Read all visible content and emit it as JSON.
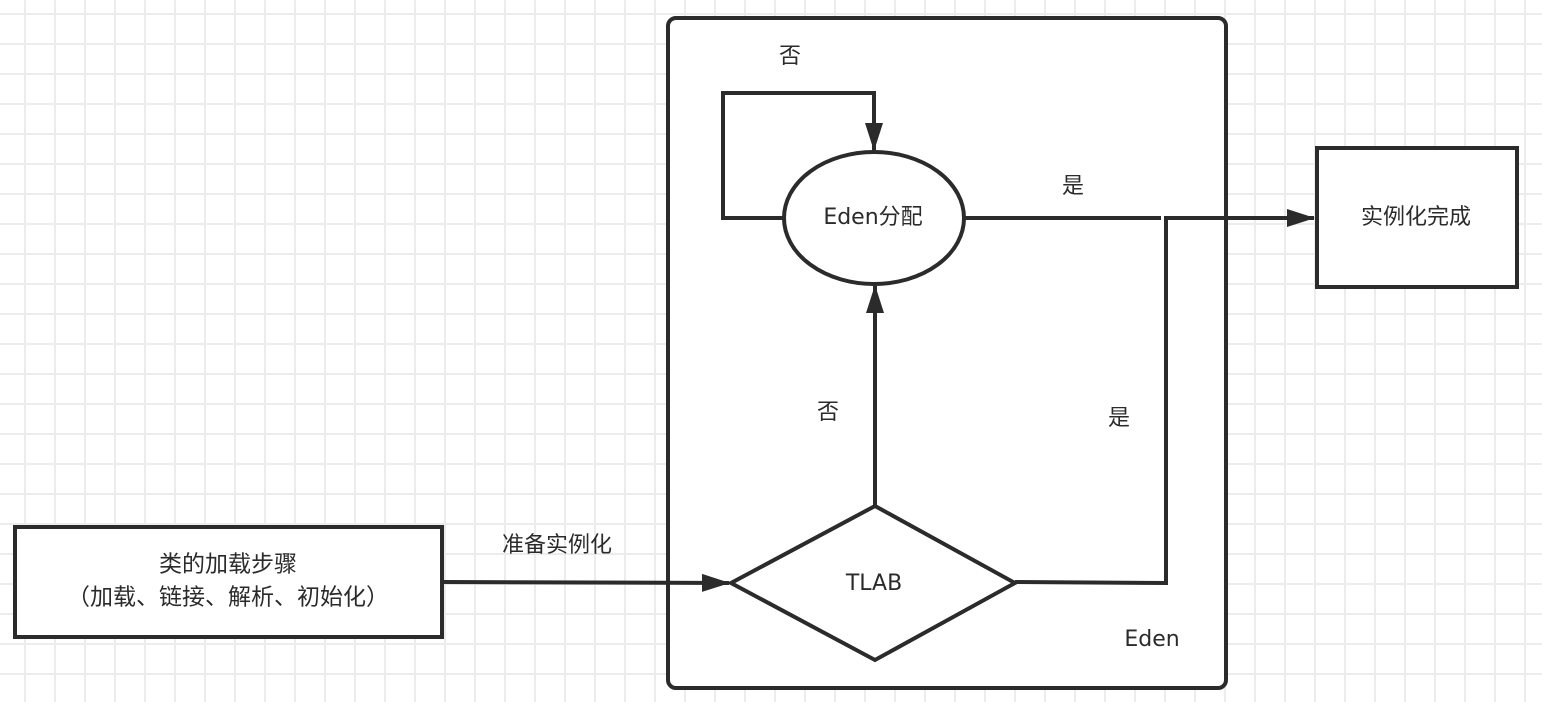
{
  "diagram": {
    "container": {
      "label": "Eden"
    },
    "nodes": {
      "class_loading": {
        "line1": "类的加载步骤",
        "line2": "（加载、链接、解析、初始化）"
      },
      "tlab": {
        "label": "TLAB"
      },
      "eden_alloc": {
        "label": "Eden分配"
      },
      "done": {
        "label": "实例化完成"
      }
    },
    "edges": {
      "prepare": {
        "label": "准备实例化"
      },
      "tlab_no": {
        "label": "否"
      },
      "tlab_yes": {
        "label": "是"
      },
      "eden_loop_no": {
        "label": "否"
      },
      "eden_yes": {
        "label": "是"
      }
    },
    "colors": {
      "stroke": "#2b2b2b",
      "grid": "#ececec",
      "background": "#ffffff"
    }
  }
}
